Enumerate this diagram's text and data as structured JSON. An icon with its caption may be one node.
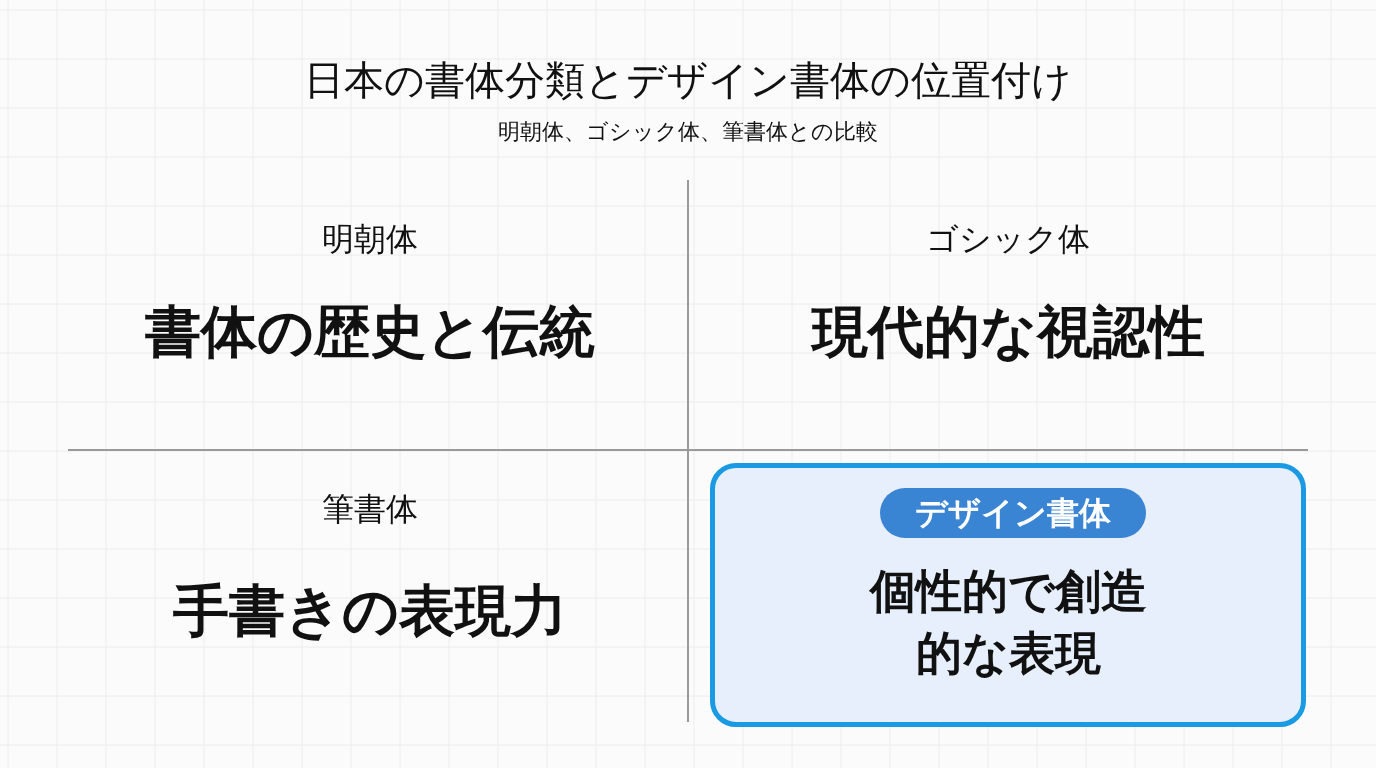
{
  "diagram": {
    "title": "日本の書体分類とデザイン書体の位置付け",
    "nodes": [
      {
        "text": [
          "個性的で創造的な表現"
        ]
      },
      {
        "text": [
          "デザイン書体"
        ],
        "in": 0
      }
    ],
    "edges": [],
    "labels": [
      "明朝体、ゴシック体、筆書体との比較",
      "明朝体",
      "書体の歴史と伝統",
      "ゴシック体",
      "現代的な視認性",
      "筆書体",
      "手書きの表現力"
    ]
  }
}
